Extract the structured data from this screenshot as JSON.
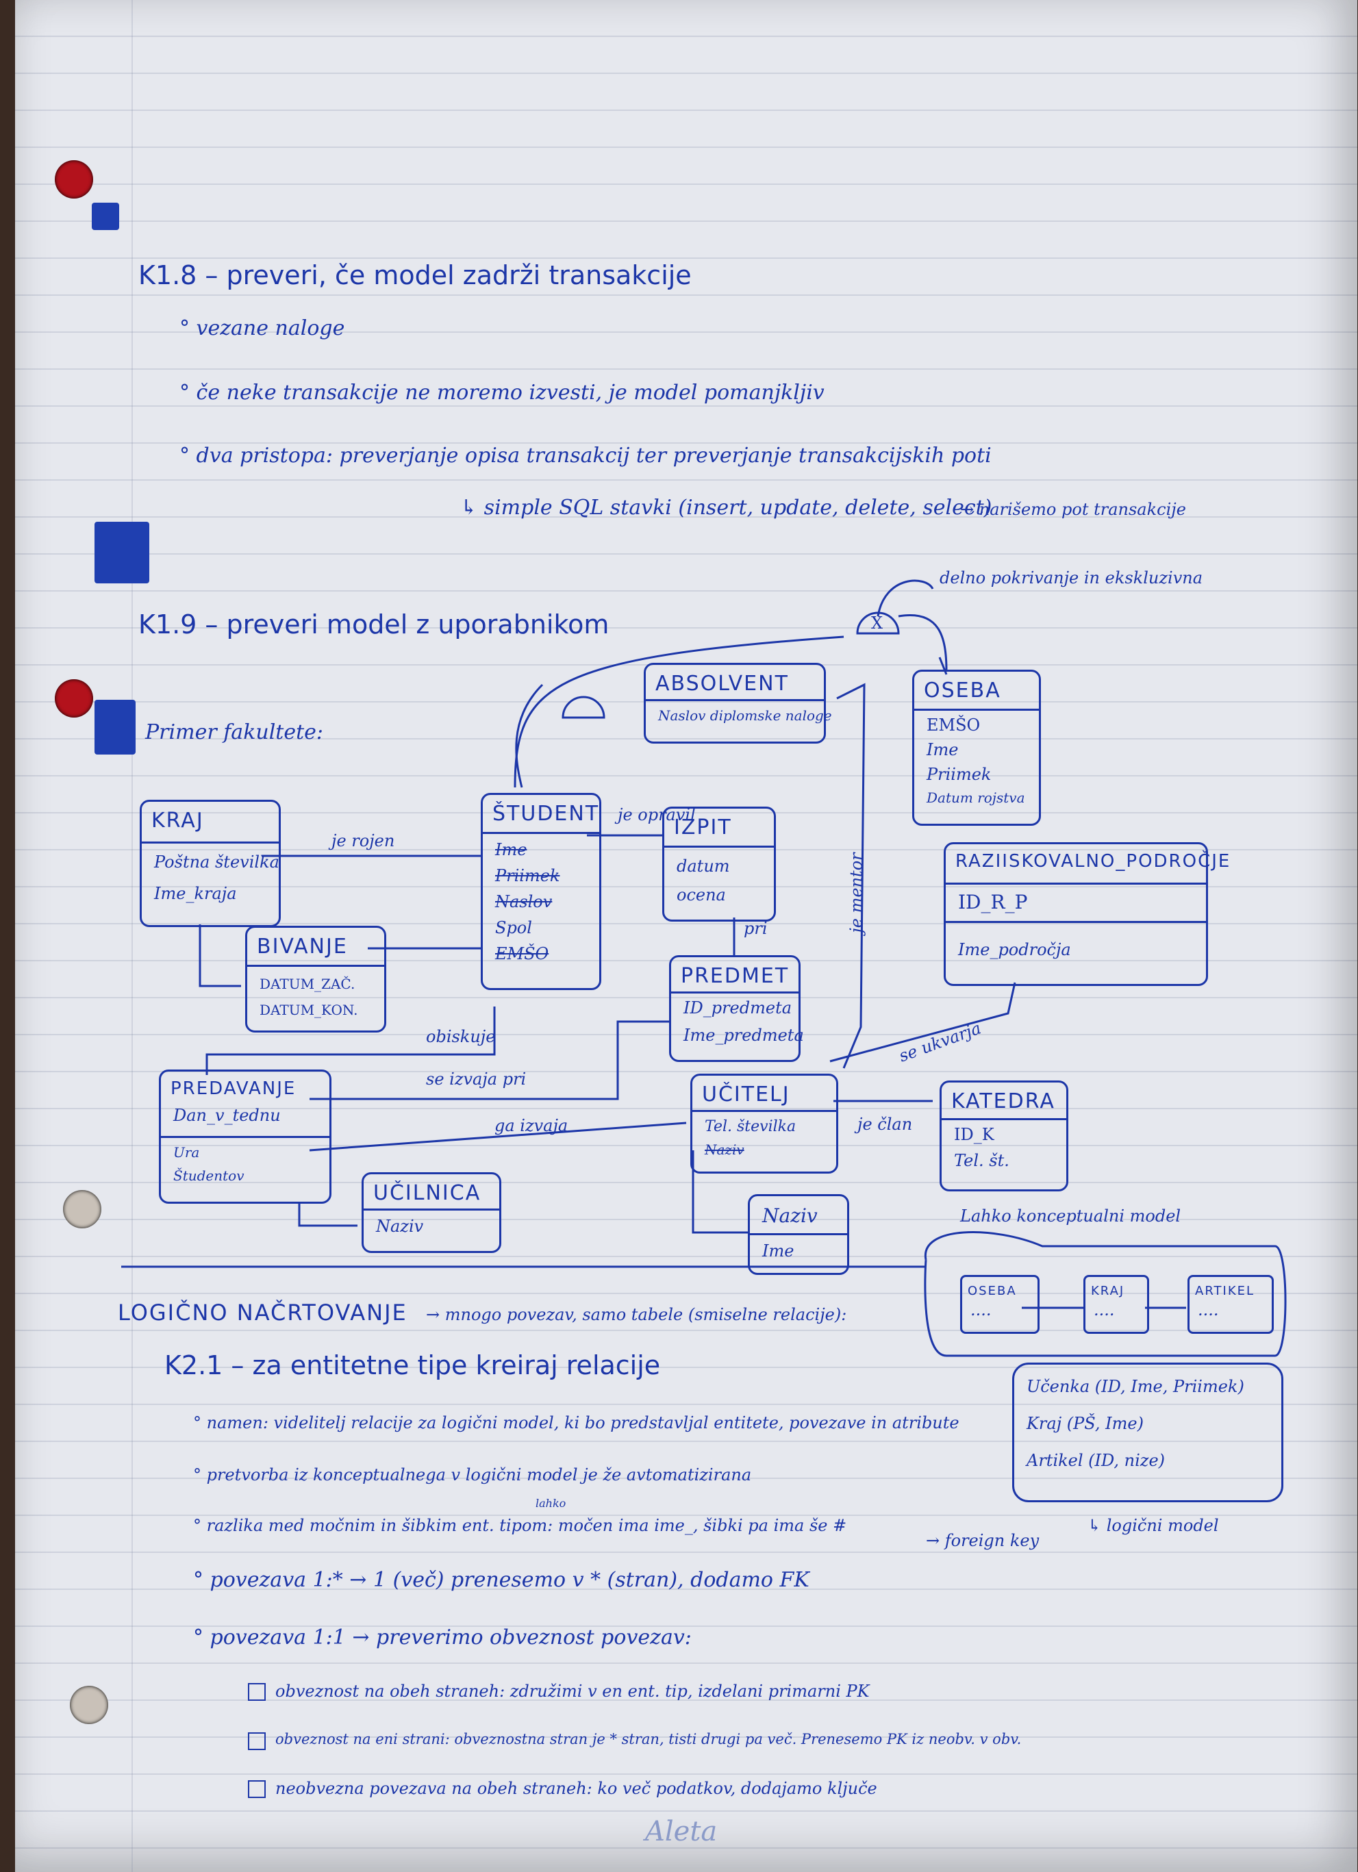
{
  "k18": {
    "title": "K1.8 – preveri, če model zadrži transakcije",
    "b1": "° vezane naloge",
    "b2": "° če neke transakcije ne moremo izvesti, je model pomanjkljiv",
    "b3": "° dva pristopa: preverjanje opisa transakcij ter preverjanje transakcijskih poti",
    "b3_sub": "↳ simple SQL stavki (insert, update, delete, select)",
    "b3_note": "→ narišemo pot transakcije"
  },
  "k19": {
    "title": "K1.9 – preveri model z uporabnikom",
    "note": "delno pokrivanje in ekskluzivna",
    "faculty": "Primer fakultete:"
  },
  "er": {
    "kraj": {
      "name": "KRAJ",
      "attrs": [
        "Poštna številka",
        "Ime_kraja"
      ]
    },
    "bivanje": {
      "name": "BIVANJE",
      "attrs": [
        "DATUM_ZAČ.",
        "DATUM_KON."
      ]
    },
    "student": {
      "name": "ŠTUDENT",
      "attrs": [
        "Ime",
        "Priimek",
        "Naslov",
        "Spol",
        "EMŠO"
      ]
    },
    "izpit": {
      "name": "IZPIT",
      "attrs": [
        "datum",
        "ocena"
      ]
    },
    "absolvent": {
      "name": "ABSOLVENT",
      "attrs": [
        "Naslov diplomske naloge"
      ]
    },
    "oseba": {
      "name": "OSEBA",
      "attrs": [
        "EMŠO",
        "Ime",
        "Priimek",
        "Datum rojstva"
      ]
    },
    "raziskovalno": {
      "name": "RAZIISKOVALNO_PODROČJE",
      "attrs": [
        "ID_R_P",
        "Ime_področja"
      ]
    },
    "predmet": {
      "name": "PREDMET",
      "attrs": [
        "ID_predmeta",
        "Ime_predmeta"
      ]
    },
    "predavanje": {
      "name": "PREDAVANJE",
      "attrs": [
        "Dan_v_tednu",
        "Ura",
        "Študentov"
      ]
    },
    "ucitelj": {
      "name": "UČITELJ",
      "attrs": [
        "Tel. številka",
        "Naziv"
      ]
    },
    "katedra": {
      "name": "KATEDRA",
      "attrs": [
        "ID_K",
        "Tel. št."
      ]
    },
    "ucilnica": {
      "name": "UČILNICA",
      "attrs": [
        "Naziv"
      ]
    },
    "naziv": {
      "name": "Naziv",
      "attrs": [
        "Ime"
      ]
    },
    "rel": {
      "je_rojen": "je rojen",
      "je_opravil": "je opravil",
      "pri": "pri",
      "je_mentor": "je mentor",
      "obiskuje": "obiskuje",
      "se_izvaja_pri": "se izvaja pri",
      "ga_izvaja": "ga izvaja",
      "se_ukvarja": "se ukvarja",
      "je_clan": "je član"
    },
    "x_label": "X"
  },
  "logicno": {
    "title": "LOGIČNO NAČRTOVANJE",
    "note": "→ mnogo povezav, samo tabele (smiselne relacije):",
    "k21": "K2.1 – za entitetne tipe kreiraj relacije",
    "b1": "° namen: videlitelj relacije za logični model, ki bo predstavljal entitete, povezave in atribute",
    "b2": "° pretvorba iz konceptualnega v logični model je že avtomatizirana",
    "b3": "° razlika med močnim in šibkim ent. tipom: močen ima ime_, šibki pa ima še #",
    "b3_sup": "lahko",
    "b3_tail": "→ foreign key",
    "b4": "° povezava 1:* → 1 (več) prenesemo v * (stran), dodamo FK",
    "b5": "° povezava 1:1 → preverimo obveznost povezav:",
    "c1": "obveznost na obeh straneh: združimi v en ent. tip, izdelani primarni PK",
    "c2": "obveznost na eni strani: obveznostna stran je * stran, tisti drugi pa več. Prenesemo PK iz neobv. v obv.",
    "c3": "neobvezna povezava na obeh straneh: ko več podatkov, dodajamo ključe",
    "side_note": "Lahko konceptualni model",
    "mini": [
      "OSEBA",
      "KRAJ",
      "ARTIKEL"
    ],
    "mini_dots": "....",
    "rel_lines": [
      "Učenka (ID, Ime, Priimek)",
      "Kraj (PŠ, Ime)",
      "Artikel (ID, nize)"
    ],
    "logical_label": "↳ logični model",
    "signature": "Aleta"
  },
  "colors": {
    "ink": "#1c36a8",
    "paper": "#e6e8ee",
    "hole_red": "#b3121c"
  }
}
